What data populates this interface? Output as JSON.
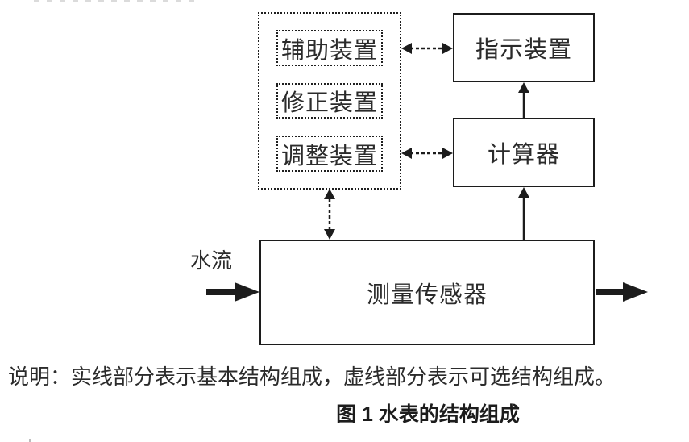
{
  "diagram": {
    "flow_label": "水流",
    "optional_boxes": [
      {
        "label": "辅助装置"
      },
      {
        "label": "修正装置"
      },
      {
        "label": "调整装置"
      }
    ],
    "indicator_label": "指示装置",
    "calculator_label": "计算器",
    "sensor_label": "测量传感器"
  },
  "caption": "说明：实线部分表示基本结构组成，虚线部分表示可选结构组成。",
  "figure_title": "图 1 水表的结构组成",
  "colors": {
    "line": "#1c1c1c",
    "text": "#2b2b2b",
    "background": "#ffffff"
  }
}
